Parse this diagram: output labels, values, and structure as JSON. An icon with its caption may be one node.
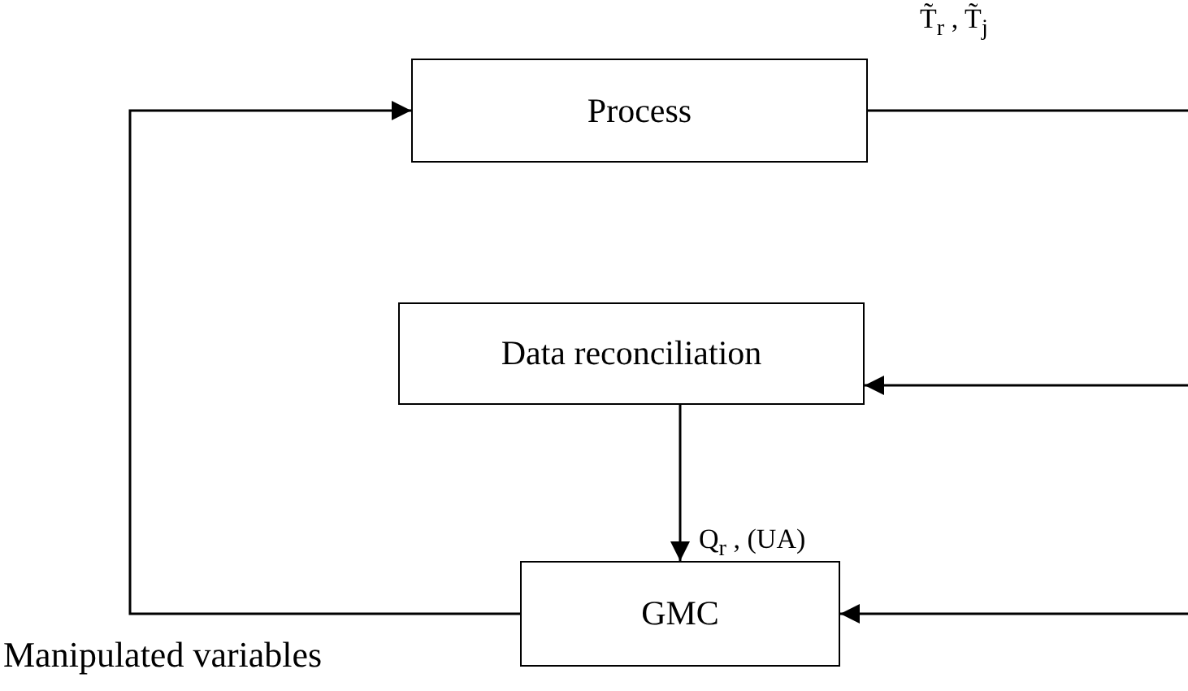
{
  "diagram": {
    "nodes": [
      {
        "text": [
          "Process"
        ]
      },
      {
        "text": [
          "Data reconciliation"
        ]
      },
      {
        "text": [
          "GMC"
        ]
      }
    ],
    "edges": [
      {
        "from": 2,
        "to": 0,
        "arrow": "to"
      },
      {
        "from": 0,
        "to": null,
        "arrow": "none",
        "label": "T̃$_{r}$ , T̃$_{j}$"
      },
      {
        "from": null,
        "to": 1,
        "arrow": "to"
      },
      {
        "from": 1,
        "to": 2,
        "arrow": "to",
        "label": "Q$_{r}$ , (UA)"
      },
      {
        "from": null,
        "to": 2,
        "arrow": "to"
      }
    ],
    "labels": [
      "Manipulated variables"
    ]
  }
}
